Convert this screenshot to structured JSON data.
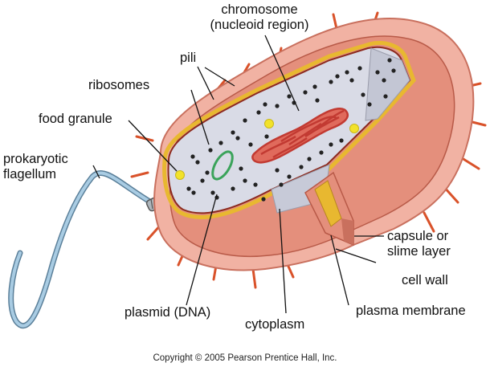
{
  "labels": {
    "chromosome_line1": "chromosome",
    "chromosome_line2": "(nucleoid region)",
    "pili": "pili",
    "ribosomes": "ribosomes",
    "food_granule": "food granule",
    "flagellum_line1": "prokaryotic",
    "flagellum_line2": "flagellum",
    "capsule_line1": "capsule or",
    "capsule_line2": "slime layer",
    "cell_wall": "cell wall",
    "plasma_membrane": "plasma membrane",
    "cytoplasm": "cytoplasm",
    "plasmid": "plasmid (DNA)"
  },
  "copyright": "Copyright © 2005 Pearson Prentice Hall, Inc.",
  "colors": {
    "capsule": "#f1b2a3",
    "capsule_edge": "#c9705e",
    "cell_wall": "#d97a68",
    "membrane": "#e8b830",
    "cytoplasm": "#d9dbe6",
    "chromosome": "#d2463c",
    "plasmid": "#3aa35a",
    "food_granule": "#f2e22a",
    "flagellum": "#8eb6d4",
    "pili": "#d9522a"
  }
}
